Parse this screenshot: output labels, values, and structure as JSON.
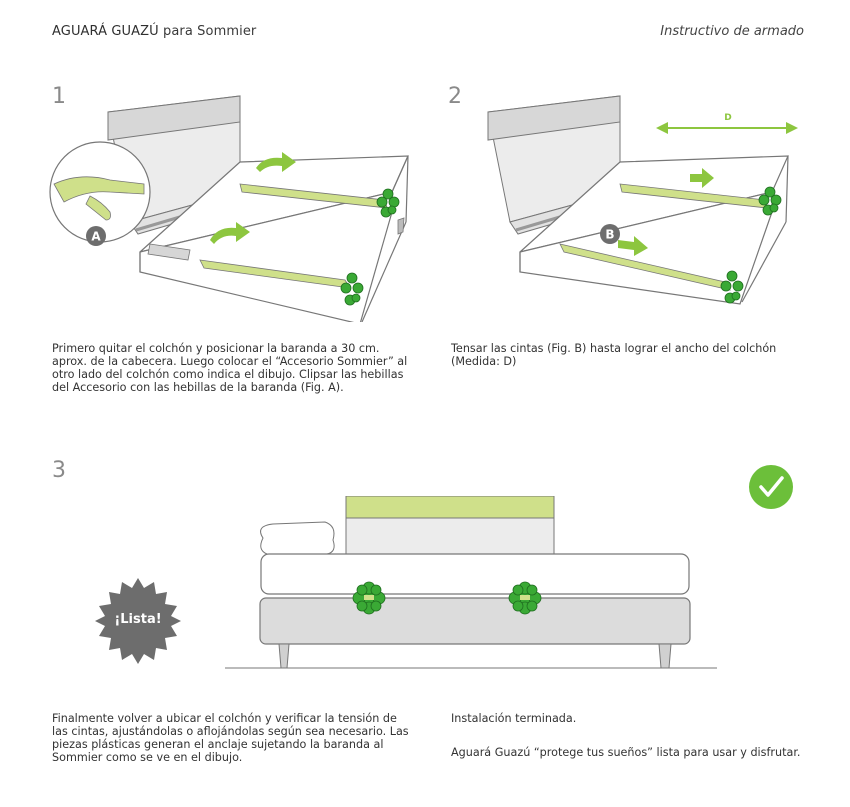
{
  "header": {
    "brand": "AGUARÁ GUAZÚ",
    "brand_suffix": " para Sommier",
    "doc_type": "Instructivo de armado"
  },
  "steps": [
    {
      "number": "1",
      "callout": "A",
      "text": "Primero quitar el colchón y posicionar la baranda a 30 cm. aprox. de la cabecera. Luego colocar el “Accesorio Sommier” al otro lado del colchón como indica el dibujo. Clipsar las hebillas del Accesorio con las hebillas de la baranda (Fig. A)."
    },
    {
      "number": "2",
      "callout": "B",
      "dimension_label": "D",
      "text": "Tensar las cintas (Fig. B) hasta lograr el ancho del colchón (Medida: D)"
    },
    {
      "number": "3",
      "badge": "¡Lista!",
      "text": "Finalmente volver a ubicar el colchón y verificar la tensión de las cintas, ajustándolas o aflojándolas según sea necesario. Las piezas plásticas generan el anclaje sujetando la baranda al Sommier como se ve en el dibujo.",
      "done_text": "Instalación terminada.",
      "closing_text": "Aguará Guazú “protege tus sueños” lista para usar y disfrutar."
    }
  ],
  "colors": {
    "accent_green": "#8dc63f",
    "strap_green": "#cfe08a",
    "clip_green": "#3aa935",
    "check_green": "#6cbf3a",
    "badge_gray": "#6d6d6d",
    "line_gray": "#777777"
  }
}
